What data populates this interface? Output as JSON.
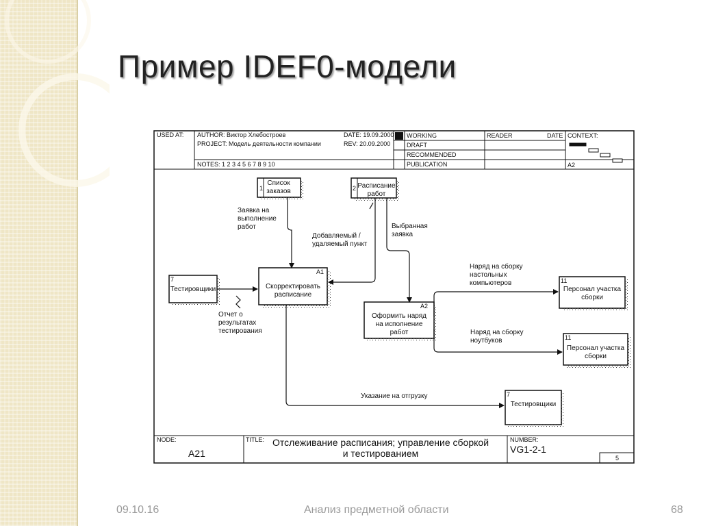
{
  "slide": {
    "title": "Пример IDEF0-модели",
    "footer": {
      "date": "09.10.16",
      "center": "Анализ предметной области",
      "page": "68"
    }
  },
  "header": {
    "used_at": "USED AT:",
    "author": "AUTHOR:  Виктор Хлебостроев",
    "project": "PROJECT:  Модель деятельности компании",
    "date": "DATE:  19.09.2000",
    "rev": "REV:   20.09.2000",
    "notes": "NOTES:  1  2  3  4  5  6  7  8  9  10",
    "working": "WORKING",
    "draft": "DRAFT",
    "recommended": "RECOMMENDED",
    "publication": "PUBLICATION",
    "reader": "READER",
    "date2": "DATE",
    "context": "CONTEXT:",
    "context_node": "A2"
  },
  "boxes": {
    "spisok": {
      "num": "1",
      "text1": "Список",
      "text2": "заказов"
    },
    "rasp": {
      "num": "2",
      "text1": "Расписание",
      "text2": "работ"
    },
    "test1": {
      "num": "7",
      "text1": "Тестировщики"
    },
    "a1": {
      "node": "A1",
      "text1": "Скорректировать",
      "text2": "расписание"
    },
    "a2": {
      "node": "A2",
      "text1": "Оформить наряд",
      "text2": "на исполнение",
      "text3": "работ"
    },
    "pers1": {
      "num": "11",
      "text1": "Персонал участка",
      "text2": "сборки"
    },
    "pers2": {
      "num": "11",
      "text1": "Персонал участка",
      "text2": "сборки"
    },
    "test2": {
      "num": "7",
      "text1": "Тестировщики"
    }
  },
  "arrows": {
    "zayavka": [
      "Заявка на",
      "выполнение",
      "работ"
    ],
    "dobavl": [
      "Добавляемый /",
      "удаляемый пункт"
    ],
    "vybr": [
      "Выбранная",
      "заявка"
    ],
    "otchet": [
      "Отчет о",
      "результатах",
      "тестирования"
    ],
    "naryad1": [
      "Наряд на сборку",
      "настольных",
      "компьютеров"
    ],
    "naryad2": [
      "Наряд на сборку",
      "ноутбуков"
    ],
    "ukaz": [
      "Указание на отгрузку"
    ]
  },
  "footerbox": {
    "node_label": "NODE:",
    "node_value": "A21",
    "title_label": "TITLE:",
    "title_line1": "Отслеживание расписания; управление сборкой",
    "title_line2": "и тестированием",
    "number_label": "NUMBER:",
    "number_value": "VG1-2-1",
    "page": "5"
  }
}
